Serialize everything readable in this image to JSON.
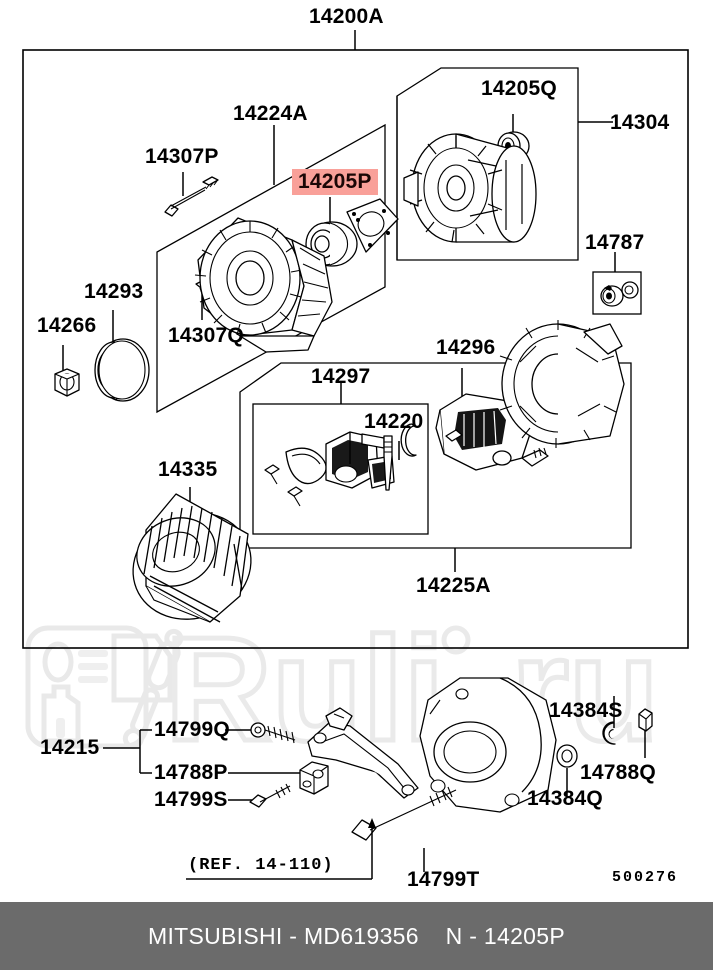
{
  "diagram": {
    "drawing_number": "500276",
    "reference_note": "(REF. 14-110)",
    "highlight_color": "#f9a099",
    "footer_background": "#6b6b6b",
    "line_color": "#000000",
    "watermark_color": "#e9e9e9"
  },
  "labels": {
    "assembly_14200a": "14200A",
    "assembly_14224a": "14224A",
    "bolt_14307p": "14307P",
    "bearing_14205p": "14205P",
    "bearing_14205q": "14205Q",
    "rear_housing_14304": "14304",
    "insulator_14787": "14787",
    "pulley_14293": "14293",
    "nut_14266": "14266",
    "screw_14307q": "14307Q",
    "rectifier_14296": "14296",
    "brush_set_14297": "14297",
    "oring_14220": "14220",
    "stator_14335": "14335",
    "assembly_14225a": "14225A",
    "bracket_14215": "14215",
    "bolt_14799q": "14799Q",
    "spacer_14788p": "14788P",
    "bolt_14799s": "14799S",
    "bolt_14799t": "14799T",
    "washer_14384q": "14384Q",
    "washer_14384s": "14384S",
    "spacer_14788q": "14788Q"
  },
  "watermark": {
    "text": "Ruli.ru"
  },
  "footer": {
    "brand_part": "MITSUBISHI - MD619356",
    "spacer": "    ",
    "node_part": "N - 14205P"
  }
}
